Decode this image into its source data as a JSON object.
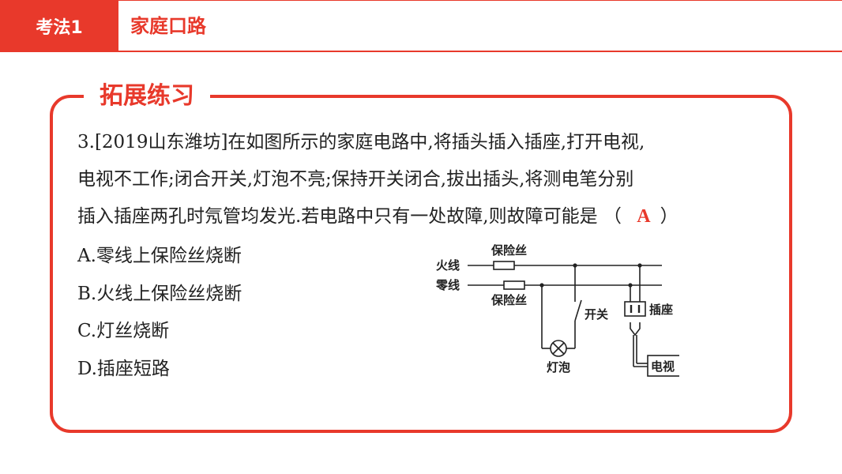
{
  "header": {
    "tag": "考法1",
    "title": "家庭口路"
  },
  "panel": {
    "title": "拓展练习"
  },
  "question": {
    "line1": "3.[2019山东潍坊]在如图所示的家庭电路中,将插头插入插座,打开电视,",
    "line2": "电视不工作;闭合开关,灯泡不亮;保持开关闭合,拔出插头,将测电笔分别",
    "line3": "插入插座两孔时氖管均发光.若电路中只有一处故障,则故障可能是 （",
    "answer": "A",
    "close_paren": "）"
  },
  "options": [
    {
      "text": "A.零线上保险丝烧断"
    },
    {
      "text": "B.火线上保险丝烧断"
    },
    {
      "text": "C.灯丝烧断"
    },
    {
      "text": "D.插座短路"
    }
  ],
  "diagram": {
    "live_wire": "火线",
    "neutral_wire": "零线",
    "fuse_top": "保险丝",
    "fuse_bottom": "保险丝",
    "switch": "开关",
    "socket": "插座",
    "bulb": "灯泡",
    "tv": "电视"
  },
  "colors": {
    "accent": "#e8392b",
    "text": "#222222"
  }
}
